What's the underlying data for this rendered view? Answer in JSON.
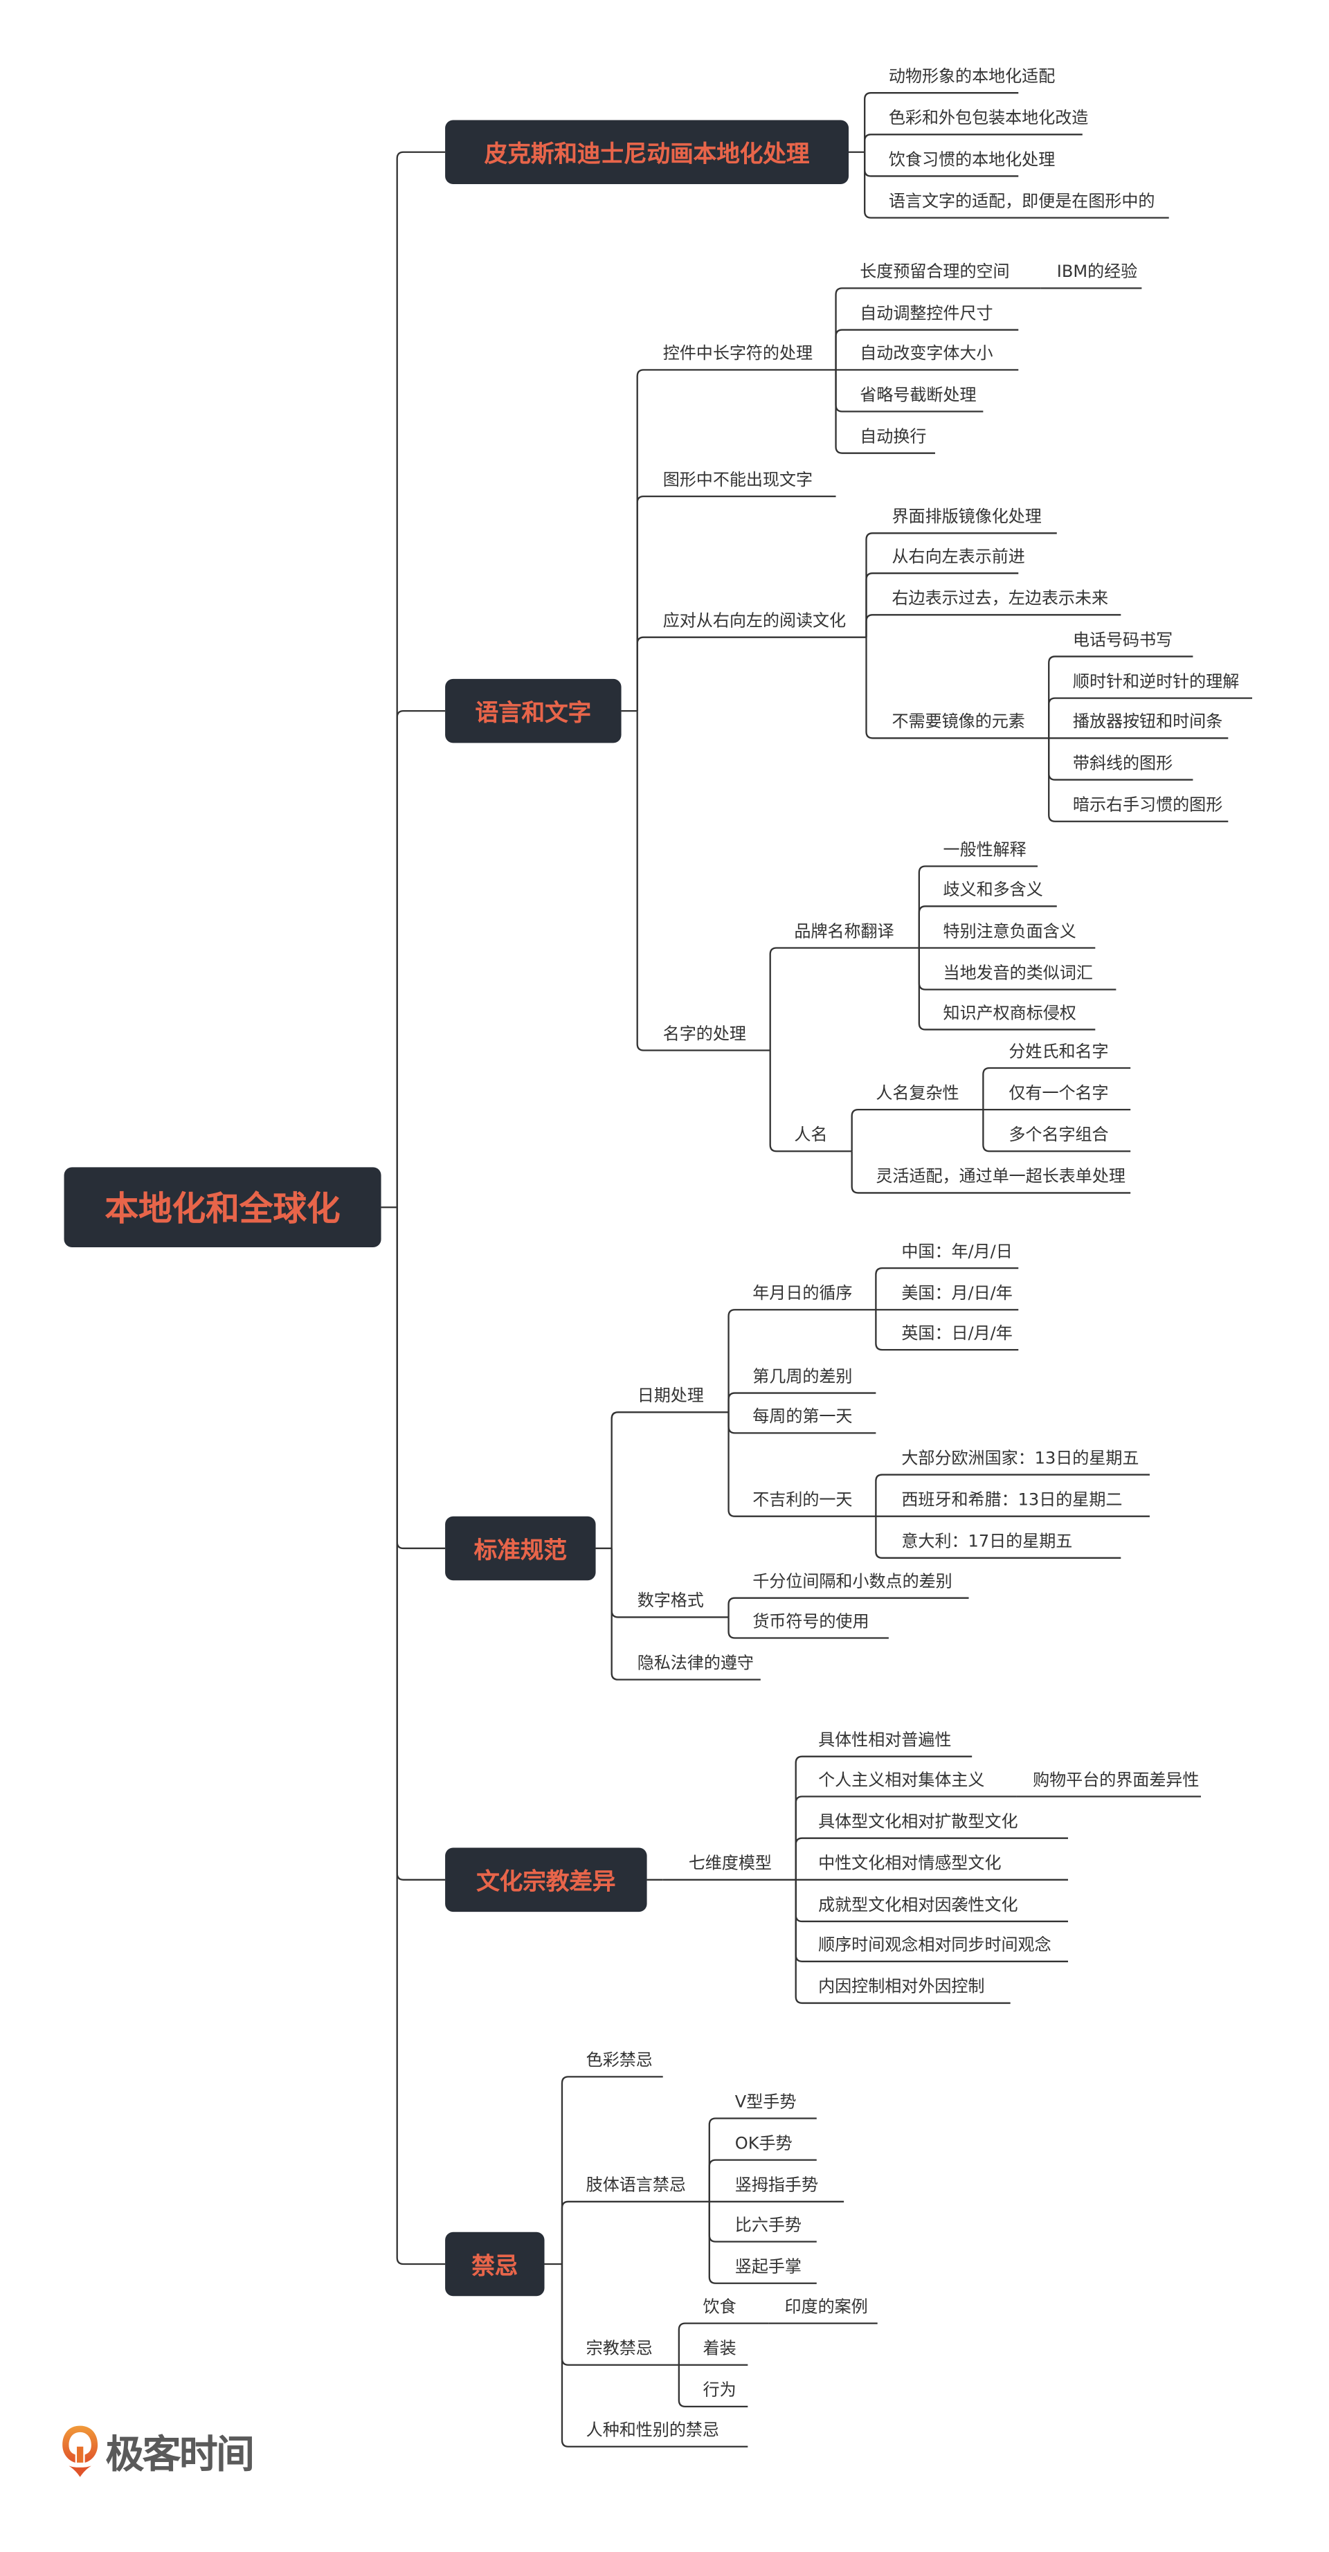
{
  "root": {
    "label": "本地化和全球化"
  },
  "branches": [
    {
      "label": "皮克斯和迪士尼动画本地化处理",
      "children": [
        {
          "label": "动物形象的本地化适配"
        },
        {
          "label": "色彩和外包包装本地化改造"
        },
        {
          "label": "饮食习惯的本地化处理"
        },
        {
          "label": "语言文字的适配，即便是在图形中的"
        }
      ]
    },
    {
      "label": "语言和文字",
      "children": [
        {
          "label": "控件中长字符的处理",
          "children": [
            {
              "label": "长度预留合理的空间",
              "children": [
                {
                  "label": "IBM的经验"
                }
              ]
            },
            {
              "label": "自动调整控件尺寸"
            },
            {
              "label": "自动改变字体大小"
            },
            {
              "label": "省略号截断处理"
            },
            {
              "label": "自动换行"
            }
          ]
        },
        {
          "label": "图形中不能出现文字"
        },
        {
          "label": "应对从右向左的阅读文化",
          "children": [
            {
              "label": "界面排版镜像化处理"
            },
            {
              "label": "从右向左表示前进"
            },
            {
              "label": "右边表示过去，左边表示未来"
            },
            {
              "label": "不需要镜像的元素",
              "children": [
                {
                  "label": "电话号码书写"
                },
                {
                  "label": "顺时针和逆时针的理解"
                },
                {
                  "label": "播放器按钮和时间条"
                },
                {
                  "label": "带斜线的图形"
                },
                {
                  "label": "暗示右手习惯的图形"
                }
              ]
            }
          ]
        },
        {
          "label": "名字的处理",
          "children": [
            {
              "label": "品牌名称翻译",
              "children": [
                {
                  "label": "一般性解释"
                },
                {
                  "label": "歧义和多含义"
                },
                {
                  "label": "特别注意负面含义"
                },
                {
                  "label": "当地发音的类似词汇"
                },
                {
                  "label": "知识产权商标侵权"
                }
              ]
            },
            {
              "label": "人名",
              "children": [
                {
                  "label": "人名复杂性",
                  "children": [
                    {
                      "label": "分姓氏和名字"
                    },
                    {
                      "label": "仅有一个名字"
                    },
                    {
                      "label": "多个名字组合"
                    }
                  ]
                },
                {
                  "label": "灵活适配，通过单一超长表单处理"
                }
              ]
            }
          ]
        }
      ]
    },
    {
      "label": "标准规范",
      "children": [
        {
          "label": "日期处理",
          "children": [
            {
              "label": "年月日的循序",
              "children": [
                {
                  "label": "中国：年/月/日"
                },
                {
                  "label": "美国：月/日/年"
                },
                {
                  "label": "英国：日/月/年"
                }
              ]
            },
            {
              "label": "第几周的差别"
            },
            {
              "label": "每周的第一天"
            },
            {
              "label": "不吉利的一天",
              "children": [
                {
                  "label": "大部分欧洲国家：13日的星期五"
                },
                {
                  "label": "西班牙和希腊：13日的星期二"
                },
                {
                  "label": "意大利：17日的星期五"
                }
              ]
            }
          ]
        },
        {
          "label": "数字格式",
          "children": [
            {
              "label": "千分位间隔和小数点的差别"
            },
            {
              "label": "货币符号的使用"
            }
          ]
        },
        {
          "label": "隐私法律的遵守"
        }
      ]
    },
    {
      "label": "文化宗教差异",
      "children": [
        {
          "label": "七维度模型",
          "children": [
            {
              "label": "具体性相对普遍性"
            },
            {
              "label": "个人主义相对集体主义",
              "children": [
                {
                  "label": "购物平台的界面差异性"
                }
              ]
            },
            {
              "label": "具体型文化相对扩散型文化"
            },
            {
              "label": "中性文化相对情感型文化"
            },
            {
              "label": "成就型文化相对因袭性文化"
            },
            {
              "label": "顺序时间观念相对同步时间观念"
            },
            {
              "label": "内因控制相对外因控制"
            }
          ]
        }
      ]
    },
    {
      "label": "禁忌",
      "children": [
        {
          "label": "色彩禁忌"
        },
        {
          "label": "肢体语言禁忌",
          "children": [
            {
              "label": "V型手势"
            },
            {
              "label": "OK手势"
            },
            {
              "label": "竖拇指手势"
            },
            {
              "label": "比六手势"
            },
            {
              "label": "竖起手掌"
            }
          ]
        },
        {
          "label": "宗教禁忌",
          "children": [
            {
              "label": "饮食",
              "children": [
                {
                  "label": "印度的案例"
                }
              ]
            },
            {
              "label": "着装"
            },
            {
              "label": "行为"
            }
          ]
        },
        {
          "label": "人种和性别的禁忌"
        }
      ]
    }
  ],
  "logo": {
    "text": "极客时间"
  },
  "colors": {
    "box_bg": "#282e37",
    "accent": "#e8654a",
    "line": "#333333",
    "logo_orange": "#e8702a"
  }
}
